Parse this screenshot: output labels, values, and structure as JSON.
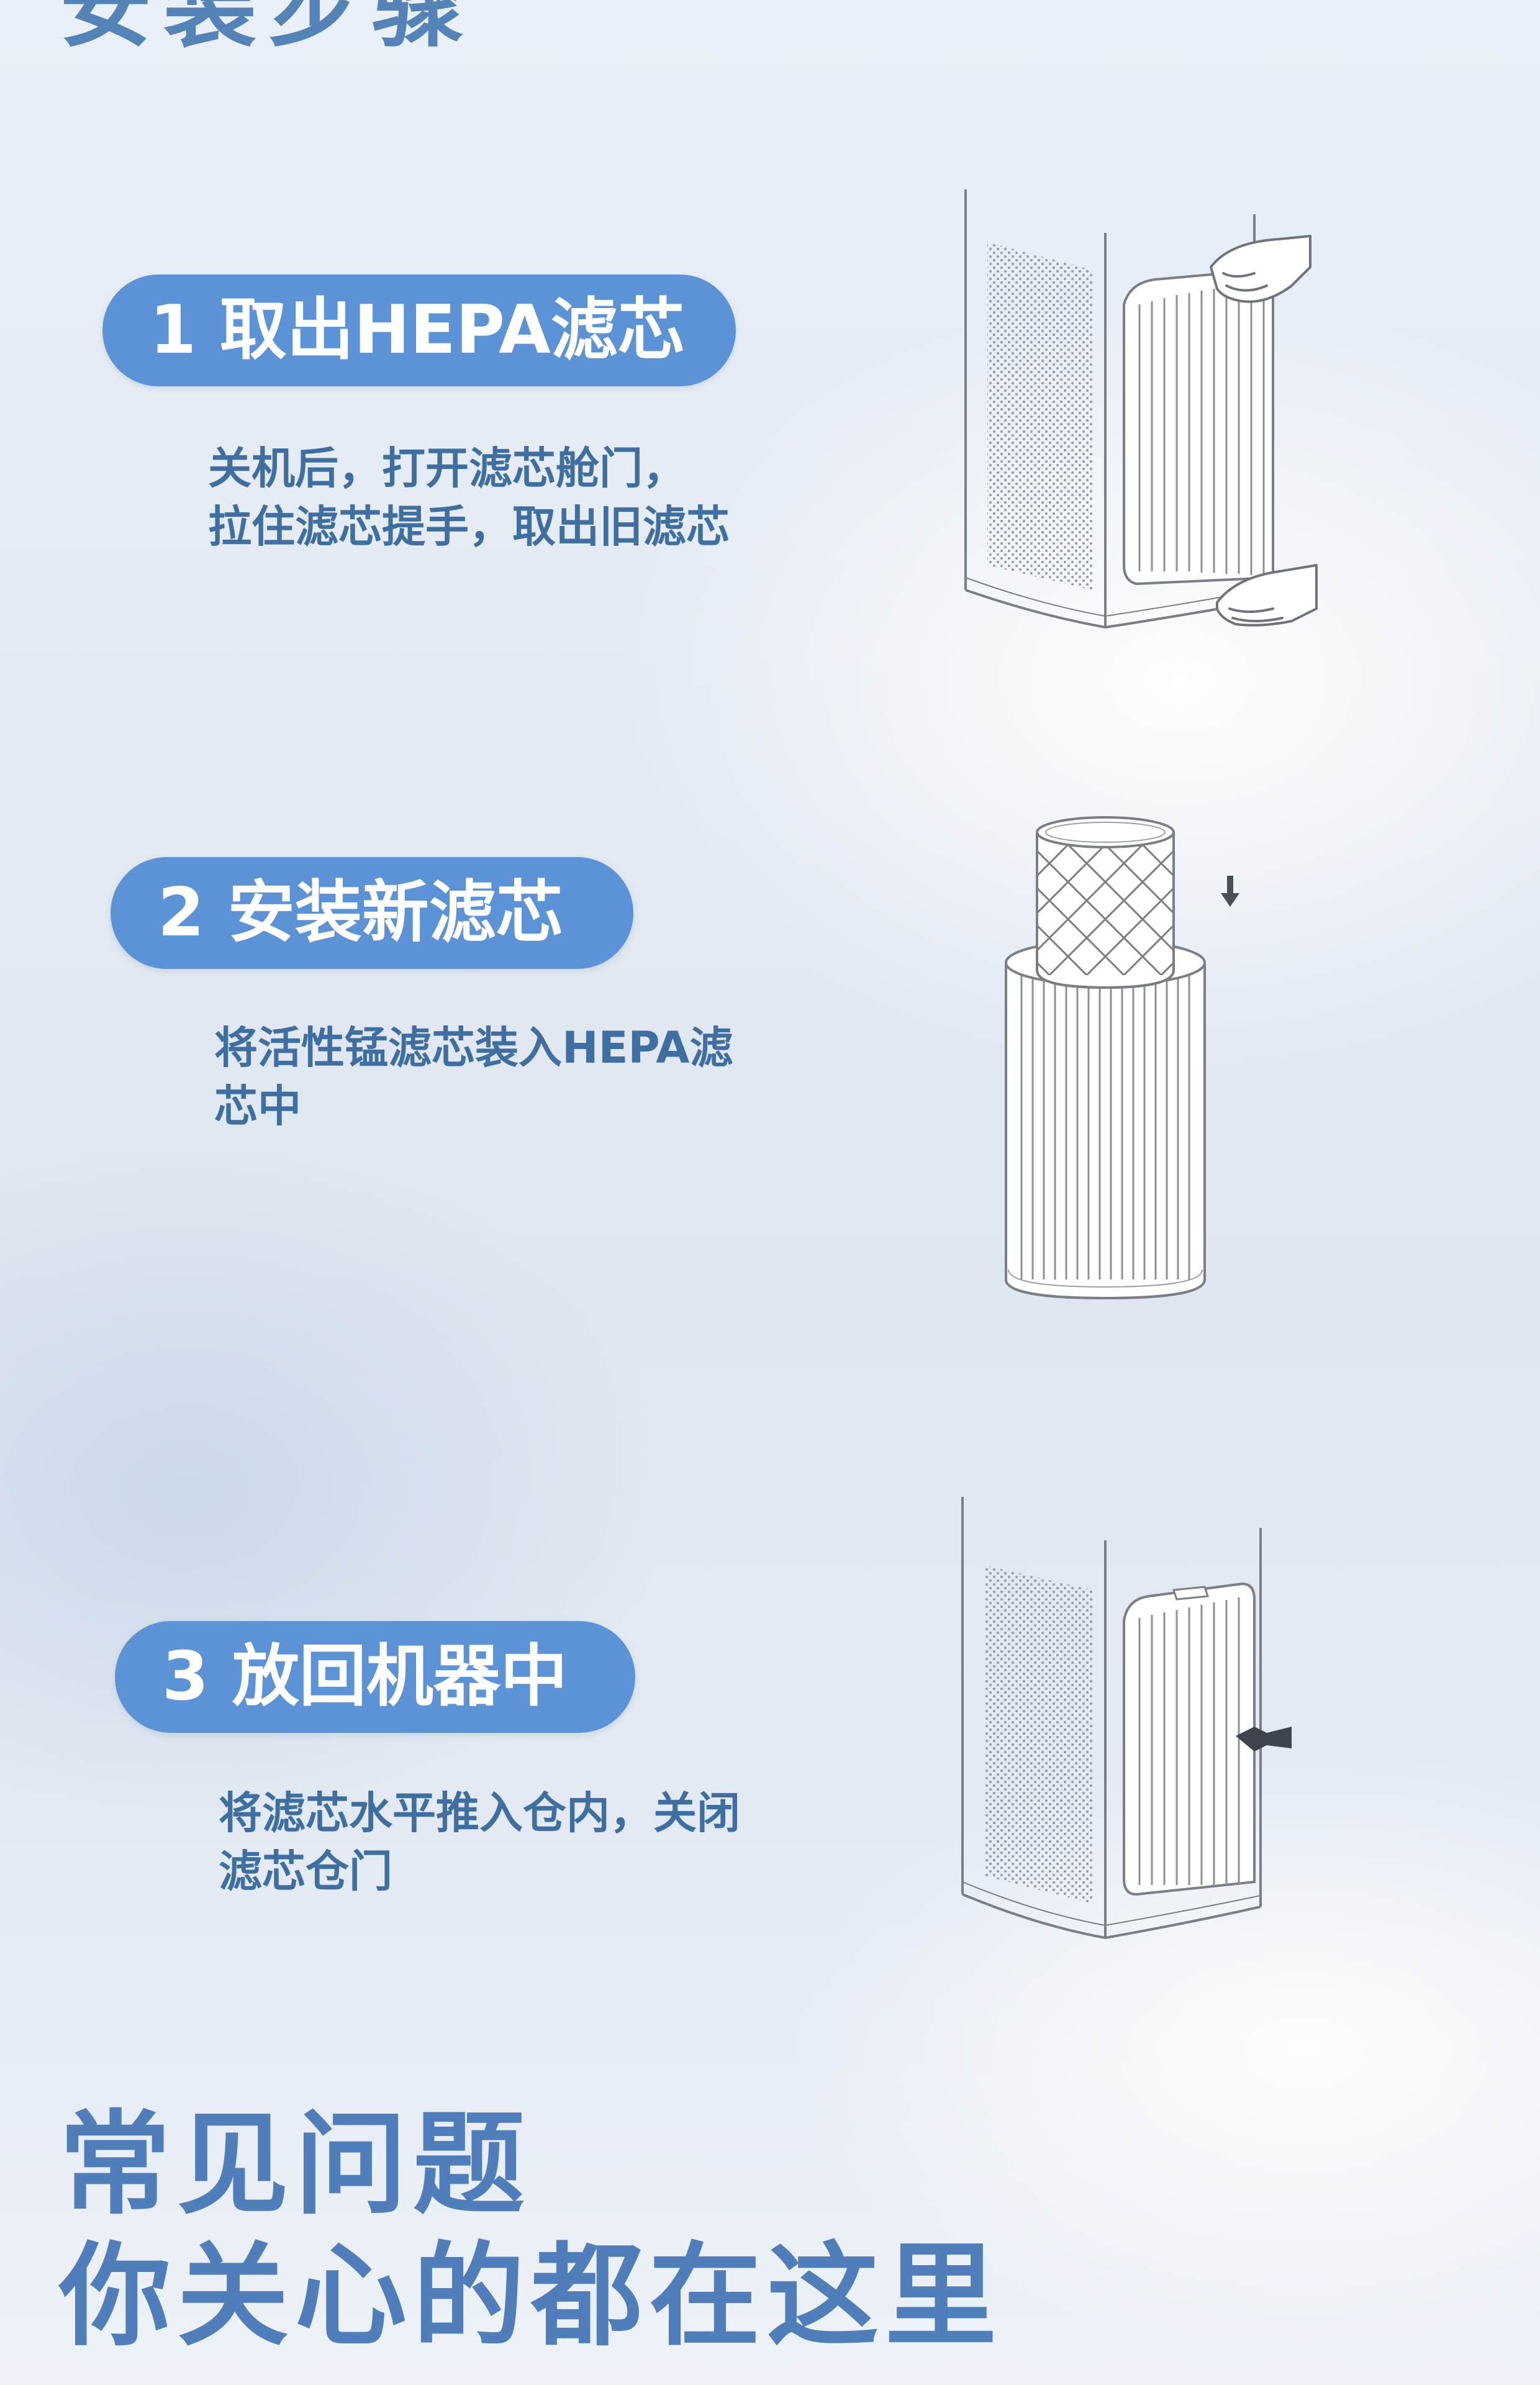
{
  "header": {
    "title": "安装步骤"
  },
  "steps": [
    {
      "label": "1 取出HEPA滤芯",
      "description": "关机后，打开滤芯舱门，\n拉住滤芯提手，取出旧滤芯"
    },
    {
      "label": "2 安装新滤芯",
      "description": "将活性锰滤芯装入HEPA滤\n芯中"
    },
    {
      "label": "3 放回机器中",
      "description": "将滤芯水平推入仓内，关闭\n滤芯仓门"
    }
  ],
  "faq": {
    "title": "常见问题",
    "subtitle": "你关心的都在这里"
  },
  "colors": {
    "accent": "#5b93d6",
    "heading": "#4f7ebb",
    "text": "#3f6fa0",
    "background": "#e4ebf4"
  }
}
